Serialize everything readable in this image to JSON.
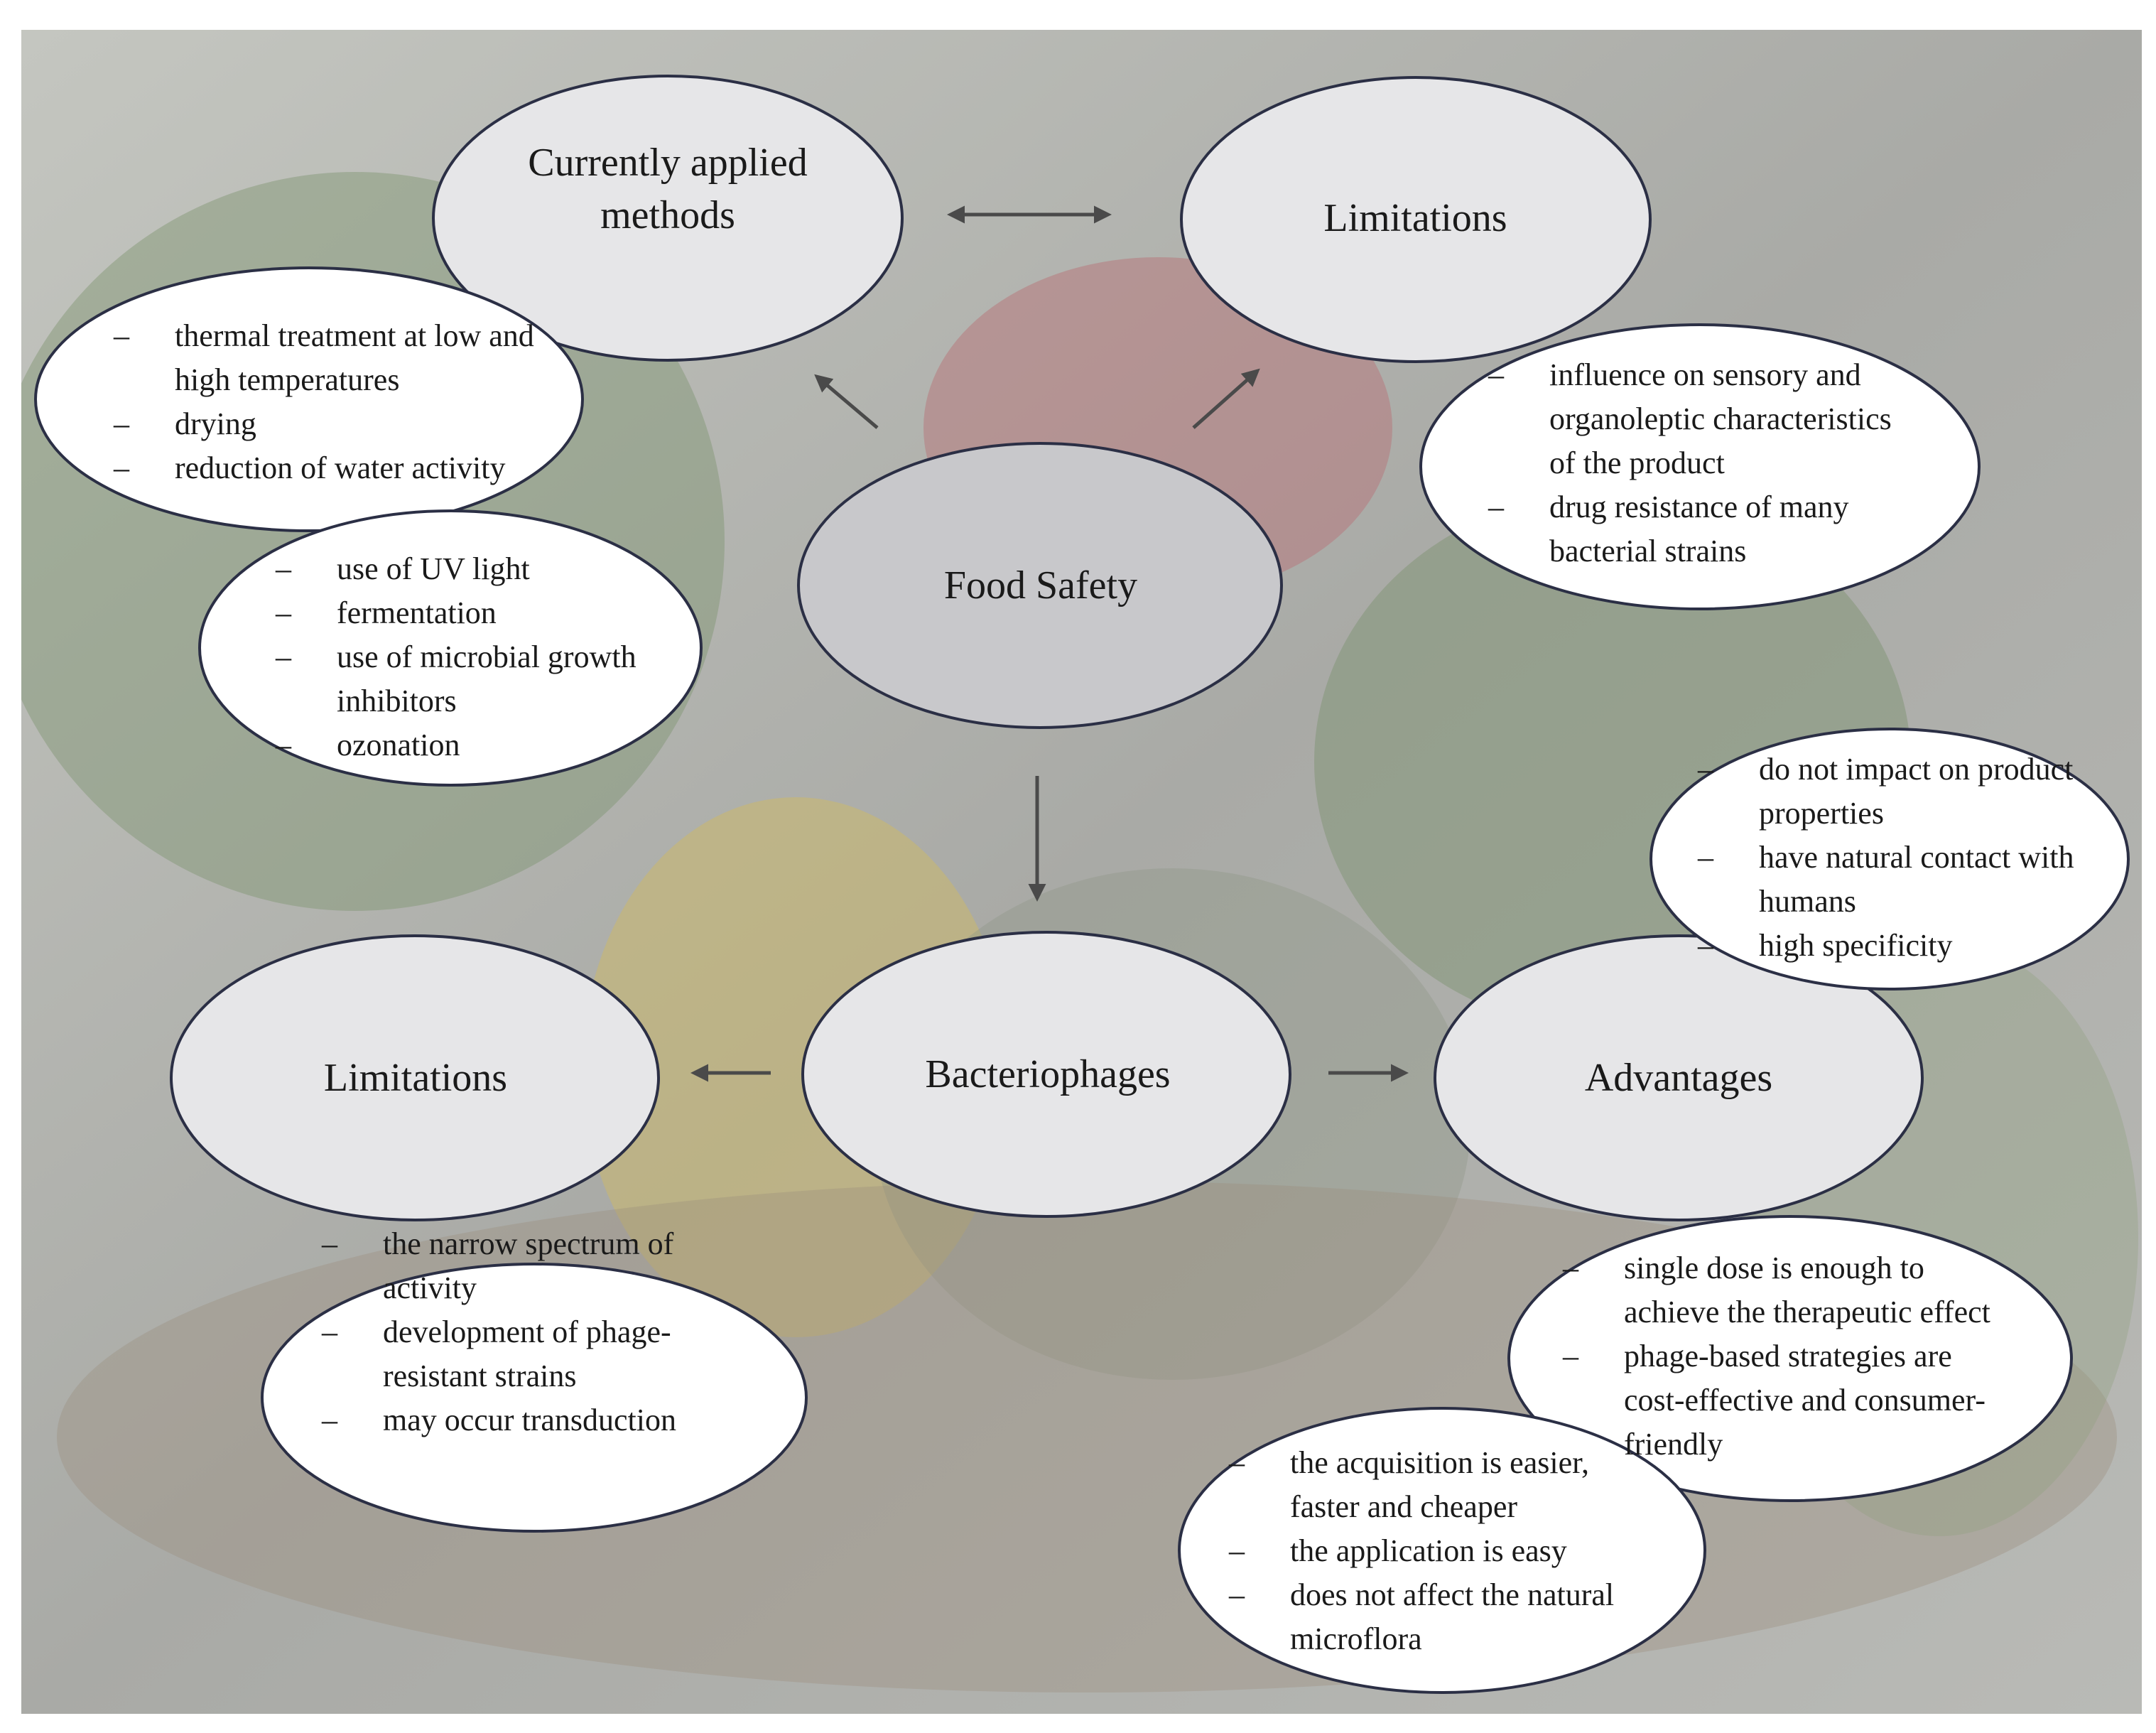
{
  "center": "Food Safety",
  "methods": {
    "title": "Currently applied methods",
    "list_a": [
      "thermal treatment at low and high temperatures",
      "drying",
      "reduction of water activity"
    ],
    "list_b": [
      "use of UV light",
      "fermentation",
      "use of microbial growth inhibitors",
      "ozonation"
    ]
  },
  "limitations_top": {
    "title": "Limitations",
    "list": [
      "influence on sensory and organoleptic characteristics of the product",
      "drug resistance of many bacterial strains"
    ]
  },
  "bacteriophages": "Bacteriophages",
  "limitations_bottom": {
    "title": "Limitations",
    "list": [
      "the narrow spectrum of activity",
      "development of phage-resistant strains",
      "may occur transduction"
    ]
  },
  "advantages": {
    "title": "Advantages",
    "list_a": [
      "do not impact on product properties",
      "have natural contact with humans",
      "high specificity"
    ],
    "list_b": [
      "single dose is enough to achieve the therapeutic effect",
      "phage-based strategies are cost-effective and consumer-friendly"
    ],
    "list_c": [
      "the acquisition is easier, faster and cheaper",
      "the application is easy",
      "does not affect the natural microflora"
    ]
  },
  "colors": {
    "background_photo_tint": "#a9aaa6",
    "ellipse_fill": "#e6e6e8",
    "center_fill": "#c8c8cb",
    "outline": "#2b2f45"
  }
}
